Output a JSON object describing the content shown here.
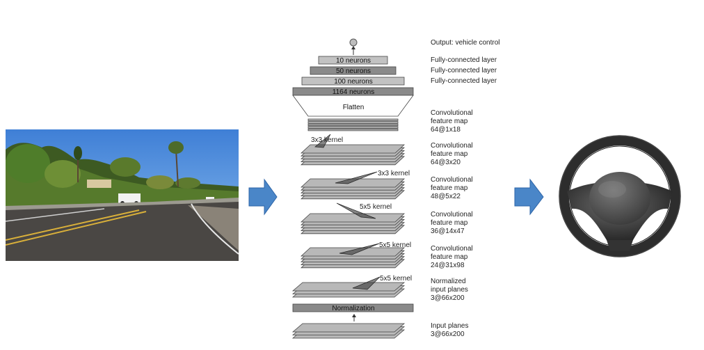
{
  "network": {
    "output_label": "Output: vehicle control",
    "fc_layers": [
      {
        "text": "10 neurons",
        "desc": "Fully-connected layer"
      },
      {
        "text": "50 neurons",
        "desc": "Fully-connected layer"
      },
      {
        "text": "100 neurons",
        "desc": "Fully-connected layer"
      },
      {
        "text": "1164 neurons"
      }
    ],
    "flatten_label": "Flatten",
    "feature_maps": [
      {
        "lines": [
          "Convolutional",
          "feature map",
          "64@1x18"
        ]
      },
      {
        "lines": [
          "Convolutional",
          "feature map",
          "64@3x20"
        ],
        "kernel": "3x3 kernel"
      },
      {
        "lines": [
          "Convolutional",
          "feature map",
          "48@5x22"
        ],
        "kernel": "3x3 kernel"
      },
      {
        "lines": [
          "Convolutional",
          "feature map",
          "36@14x47"
        ],
        "kernel": "5x5 kernel"
      },
      {
        "lines": [
          "Convolutional",
          "feature map",
          "24@31x98"
        ],
        "kernel": "5x5 kernel"
      },
      {
        "lines": [
          "Normalized",
          "input planes",
          "3@66x200"
        ],
        "kernel": "5x5 kernel"
      }
    ],
    "normalization_label": "Normalization",
    "input_planes": [
      "Input planes",
      "3@66x200"
    ]
  },
  "colors": {
    "arrow": "#4a86c8",
    "arrow_stroke": "#2f66a8",
    "plane_fill": "#b8b8b8",
    "plane_stroke": "#444444",
    "fc_dark": "#8a8a8a",
    "fc_light": "#c2c2c2"
  },
  "images": {
    "road_scene": "road-camera-image",
    "steering_wheel": "steering-wheel-image"
  }
}
